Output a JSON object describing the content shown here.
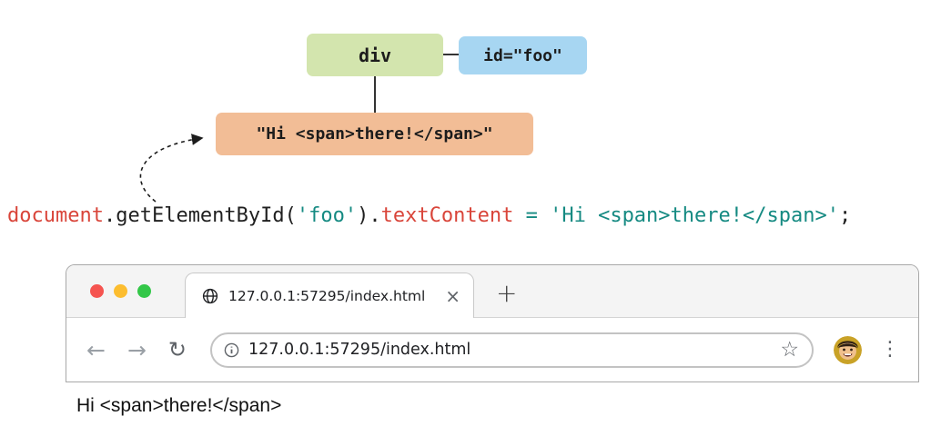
{
  "diagram": {
    "node_div": {
      "label": "div",
      "bg": "#d3e5ae"
    },
    "node_attr": {
      "label": "id=\"foo\"",
      "bg": "#a7d6f2"
    },
    "node_text": {
      "label": "\"Hi <span>there!</span>\"",
      "bg": "#f2bd96"
    }
  },
  "code": {
    "tokens": [
      {
        "text": "document",
        "color": "#d9453a"
      },
      {
        "text": ".",
        "color": "#1f1f1f"
      },
      {
        "text": "getElementById",
        "color": "#1f1f1f"
      },
      {
        "text": "(",
        "color": "#1f1f1f"
      },
      {
        "text": "'foo'",
        "color": "#158a82"
      },
      {
        "text": ")",
        "color": "#1f1f1f"
      },
      {
        "text": ".",
        "color": "#1f1f1f"
      },
      {
        "text": "textContent",
        "color": "#d9453a"
      },
      {
        "text": " ",
        "color": "#1f1f1f"
      },
      {
        "text": "=",
        "color": "#158a82"
      },
      {
        "text": " ",
        "color": "#1f1f1f"
      },
      {
        "text": "'Hi <span>there!</span>'",
        "color": "#158a82"
      },
      {
        "text": ";",
        "color": "#1f1f1f"
      }
    ]
  },
  "browser": {
    "traffic_lights": {
      "close": "#f55450",
      "minimize": "#fcbd2f",
      "zoom": "#33c748"
    },
    "tab": {
      "title": "127.0.0.1:57295/index.html",
      "close_glyph": "×",
      "new_tab_glyph": "+",
      "favicon": "globe-icon"
    },
    "nav": {
      "back_glyph": "←",
      "forward_glyph": "→",
      "reload_glyph": "↻",
      "url": "127.0.0.1:57295/index.html",
      "url_info_icon": "info-icon",
      "bookmark_glyph": "☆",
      "menu_glyph": "⋮"
    },
    "page_content": "Hi <span>there!</span>"
  }
}
